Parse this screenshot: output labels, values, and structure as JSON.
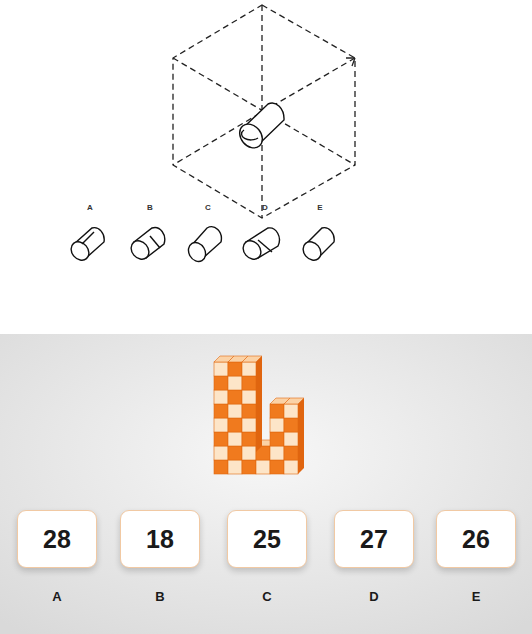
{
  "diagram": {
    "nodes": [
      {
        "text": [
          "28",
          "A"
        ]
      },
      {
        "text": [
          "18",
          "B"
        ]
      },
      {
        "text": [
          "25",
          "C"
        ]
      },
      {
        "text": [
          "27",
          "D"
        ]
      },
      {
        "text": [
          "26",
          "E"
        ]
      }
    ],
    "labels": [
      "A",
      "B",
      "C",
      "D",
      "E"
    ]
  }
}
